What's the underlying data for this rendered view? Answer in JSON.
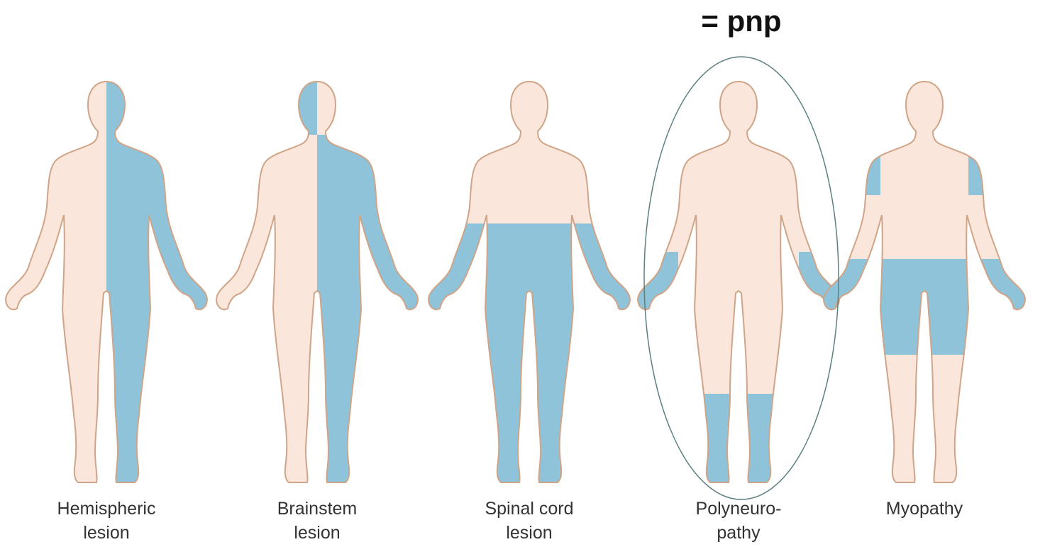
{
  "colors": {
    "skin": "#fbe6dc",
    "outline": "#cfa487",
    "affected": "#8fc3da",
    "highlight_ellipse": "#5d7f80"
  },
  "callout": "= pnp",
  "figures": [
    {
      "id": "hemispheric",
      "line1": "Hemispheric",
      "line2": "lesion",
      "highlighted": false
    },
    {
      "id": "brainstem",
      "line1": "Brainstem",
      "line2": "lesion",
      "highlighted": false
    },
    {
      "id": "spinal",
      "line1": "Spinal cord",
      "line2": "lesion",
      "highlighted": false
    },
    {
      "id": "polyneuropathy",
      "line1": "Polyneuro-",
      "line2": "pathy",
      "highlighted": true
    },
    {
      "id": "myopathy",
      "line1": "Myopathy",
      "line2": "",
      "highlighted": false
    }
  ]
}
